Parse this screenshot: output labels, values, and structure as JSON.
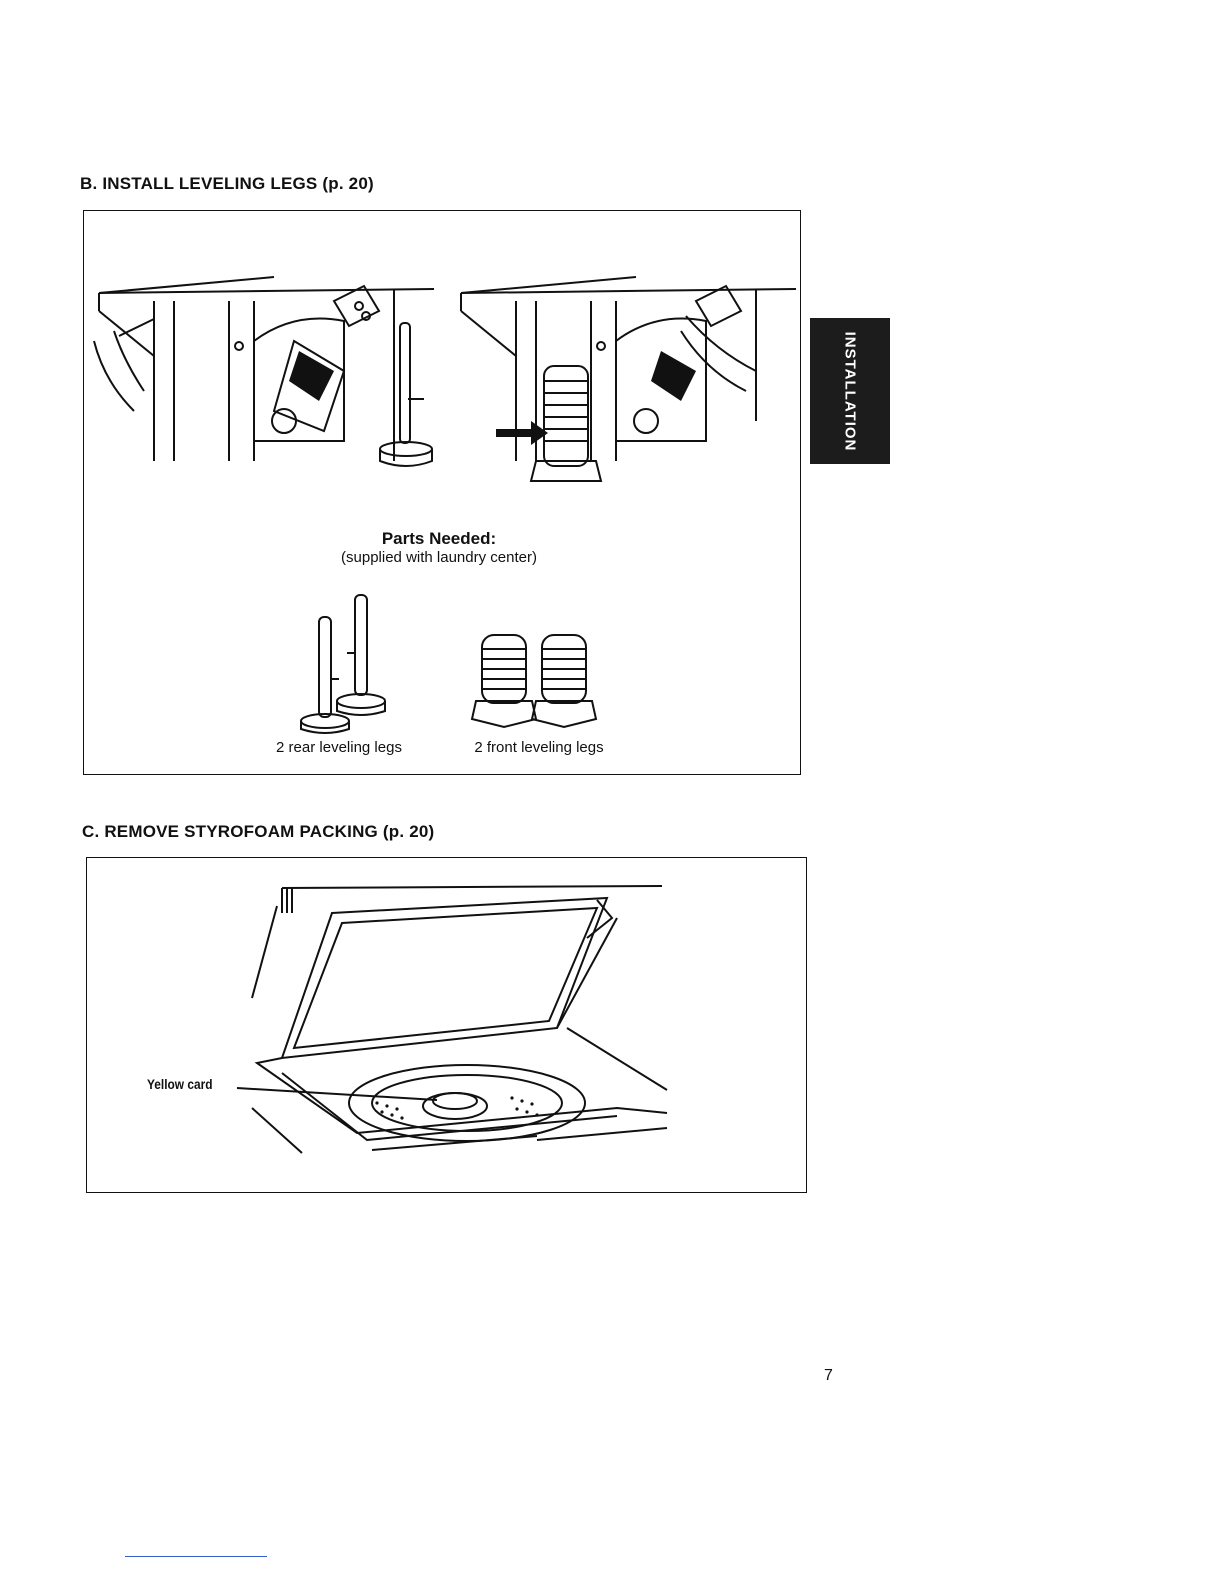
{
  "section_b": {
    "heading": "B. INSTALL LEVELING LEGS (p. 20)",
    "parts_title": "Parts Needed:",
    "parts_subtitle": "(supplied with laundry center)",
    "rear_label": "2 rear leveling legs",
    "front_label": "2 front leveling legs"
  },
  "section_c": {
    "heading": "C. REMOVE STYROFOAM PACKING (p. 20)",
    "callout": "Yellow card"
  },
  "side_tab": {
    "label": "INSTALLATION"
  },
  "page_number": "7"
}
